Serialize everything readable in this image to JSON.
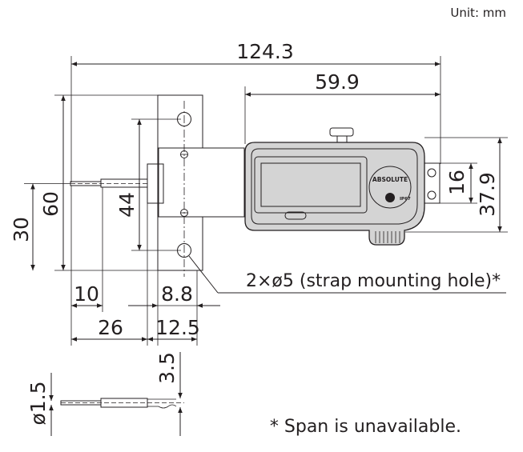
{
  "unit_label": "Unit: mm",
  "dimensions": {
    "overall_length": "124.3",
    "body_length": "59.9",
    "base_height": "60",
    "hole_spacing": "44",
    "body_height": "37.9",
    "display_height": "16",
    "probe_offset": "30",
    "probe_extension": "10",
    "probe_total": "26",
    "base_width": "8.8",
    "base_offset": "12.5",
    "probe_step": "3.5",
    "probe_diameter": "ø1.5"
  },
  "callout": "2×ø5 (strap mounting hole)*",
  "footnote": "* Span is unavailable.",
  "logo": {
    "brand": "ABSOLUTE",
    "ip_rating": "IP67"
  }
}
